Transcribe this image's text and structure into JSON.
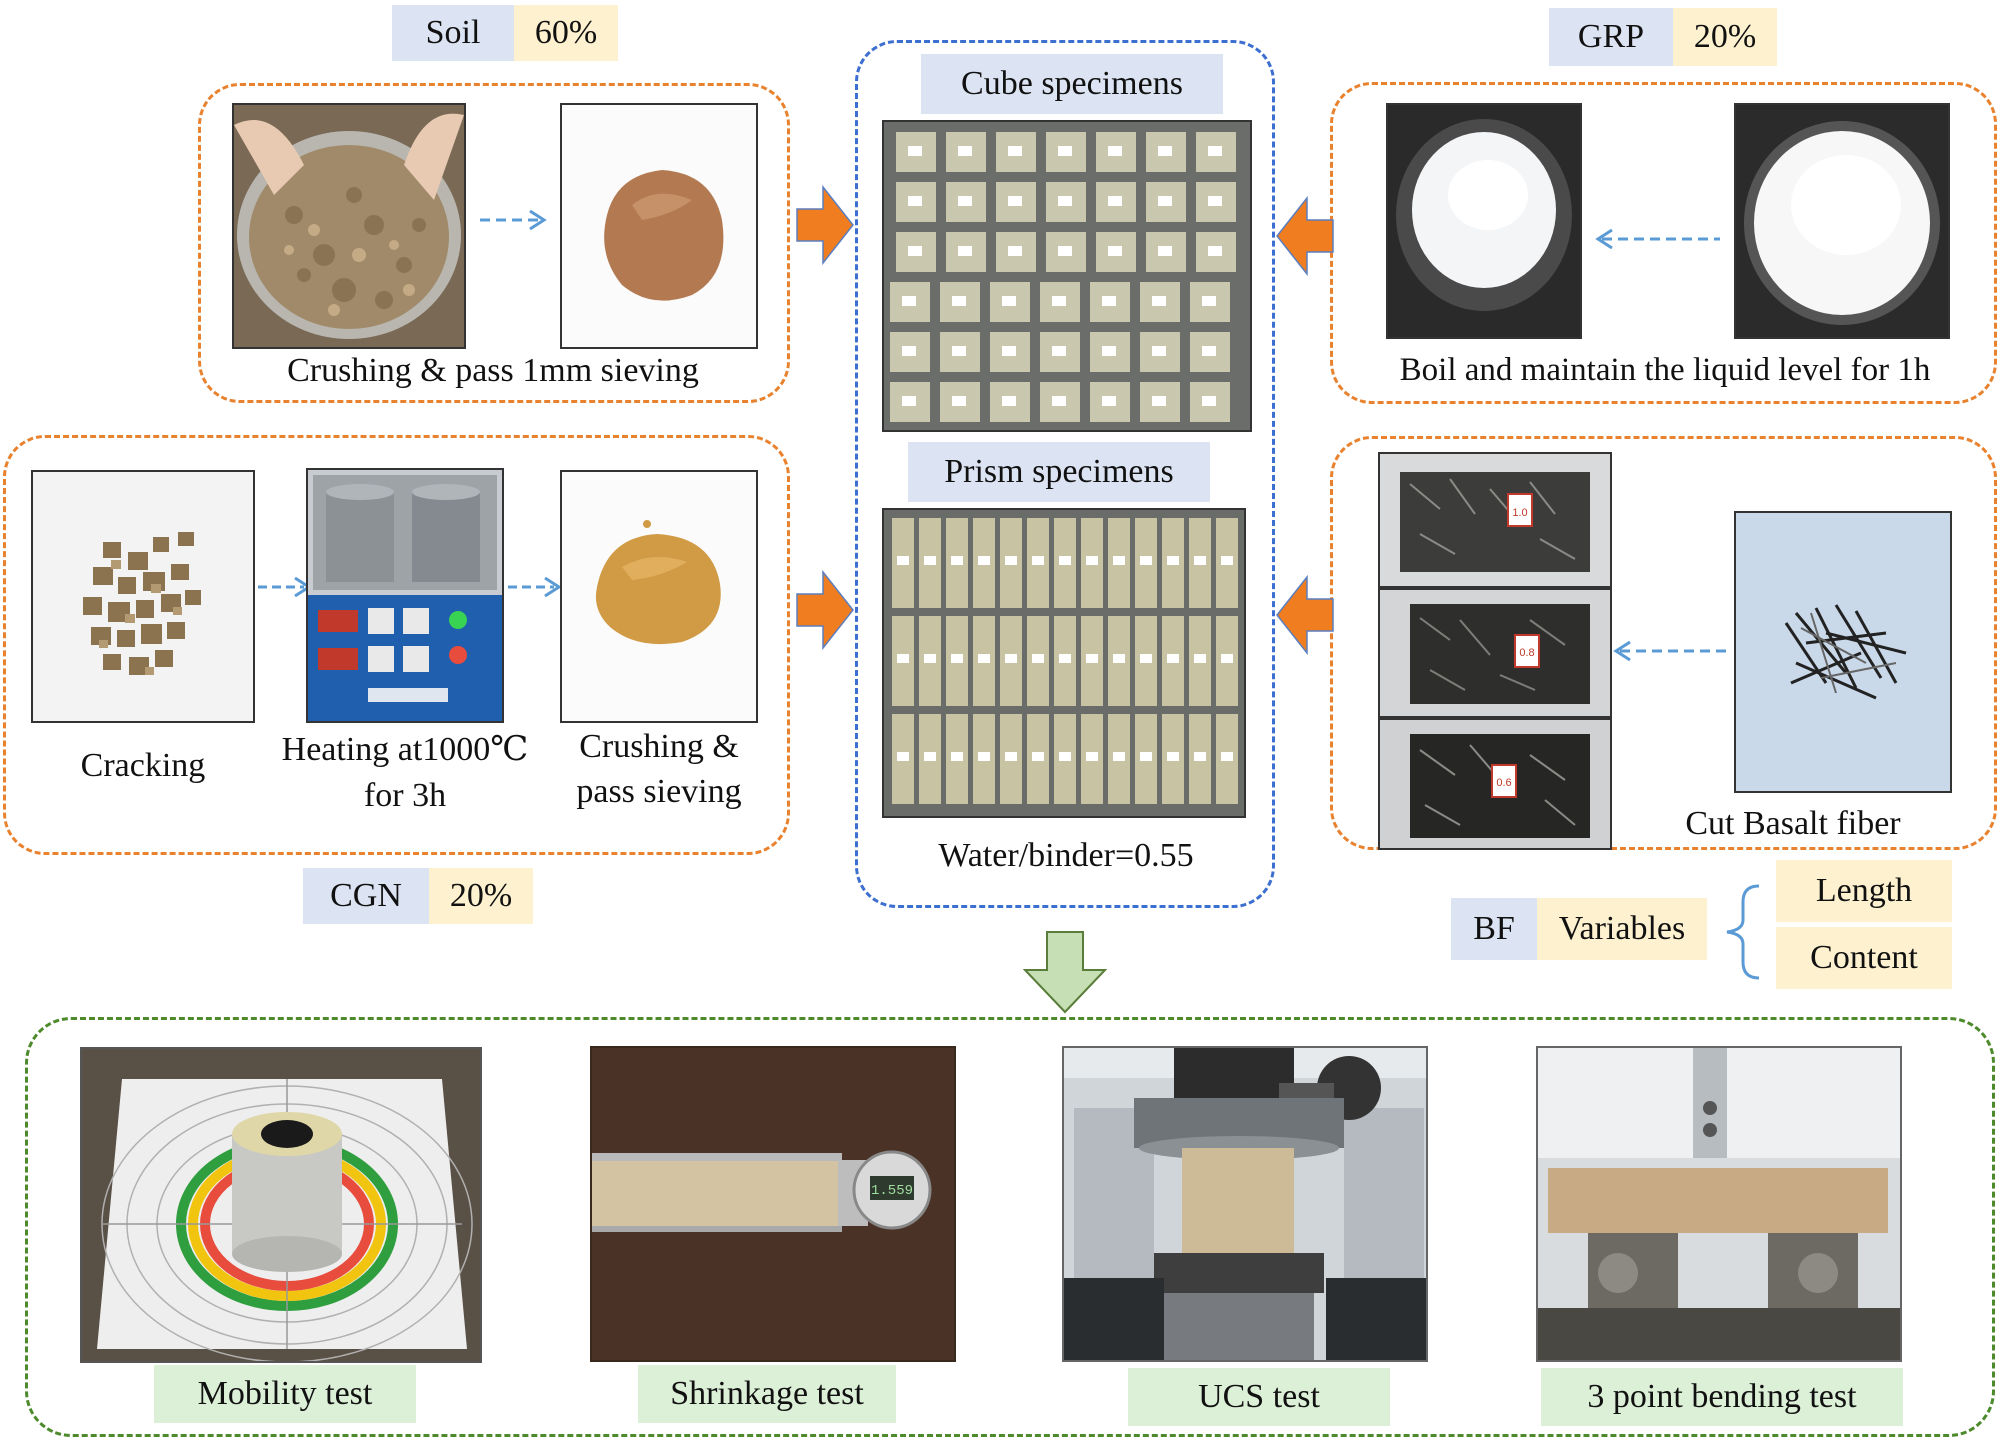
{
  "soil": {
    "name": "Soil",
    "pct": "60%",
    "caption": "Crushing & pass 1mm sieving"
  },
  "grp": {
    "name": "GRP",
    "pct": "20%",
    "caption": "Boil and maintain the liquid level for 1h"
  },
  "cgn": {
    "name": "CGN",
    "pct": "20%",
    "step1": "Cracking",
    "step2_line1": "Heating at1000℃",
    "step2_line2": "for 3h",
    "step3_line1": "Crushing &",
    "step3_line2": "pass sieving"
  },
  "bf": {
    "name": "BF",
    "variables": "Variables",
    "var1": "Length",
    "var2": "Content",
    "caption": "Cut Basalt fiber",
    "bag_labels": [
      "1.0",
      "0.8",
      "0.6"
    ]
  },
  "center": {
    "cube_title": "Cube specimens",
    "prism_title": "Prism specimens",
    "ratio": "Water/binder=0.55"
  },
  "tests": {
    "mobility": "Mobility test",
    "shrinkage": "Shrinkage test",
    "shrinkage_reading": "1.559",
    "ucs": "UCS test",
    "bending": "3 point bending test"
  },
  "colors": {
    "orange": "#e9822f",
    "blue_dash": "#3d6fd1",
    "green_dash": "#4d8a2b",
    "arrow_orange": "#f07d1f",
    "arrow_blue": "#5b9bd5",
    "arrow_green": "#c6dfb4"
  }
}
